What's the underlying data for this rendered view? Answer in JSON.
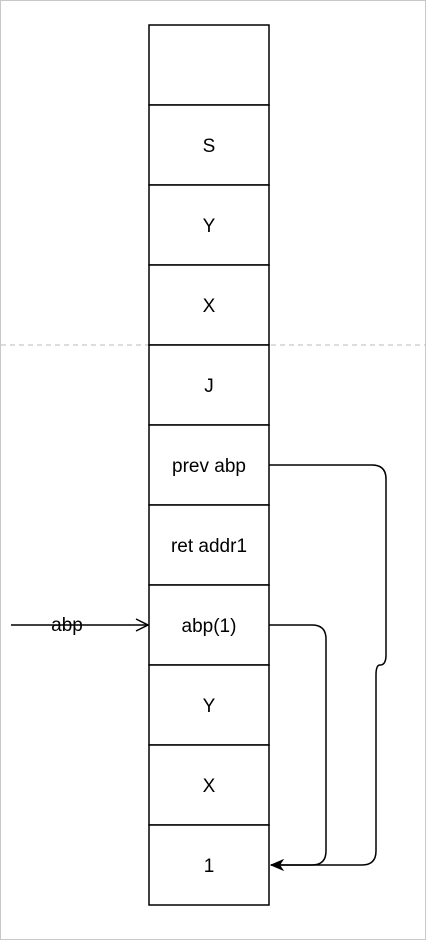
{
  "stack": {
    "cells": [
      {
        "label": ""
      },
      {
        "label": "S"
      },
      {
        "label": "Y"
      },
      {
        "label": "X"
      },
      {
        "label": "J"
      },
      {
        "label": "prev abp"
      },
      {
        "label": "ret addr1"
      },
      {
        "label": "abp(1)"
      },
      {
        "label": "Y"
      },
      {
        "label": "X"
      },
      {
        "label": "1"
      }
    ]
  },
  "pointer": {
    "label": "abp"
  },
  "colors": {
    "frame_border": "#c8c8c8",
    "divider": "#bbbbbb",
    "stroke": "#000000"
  }
}
